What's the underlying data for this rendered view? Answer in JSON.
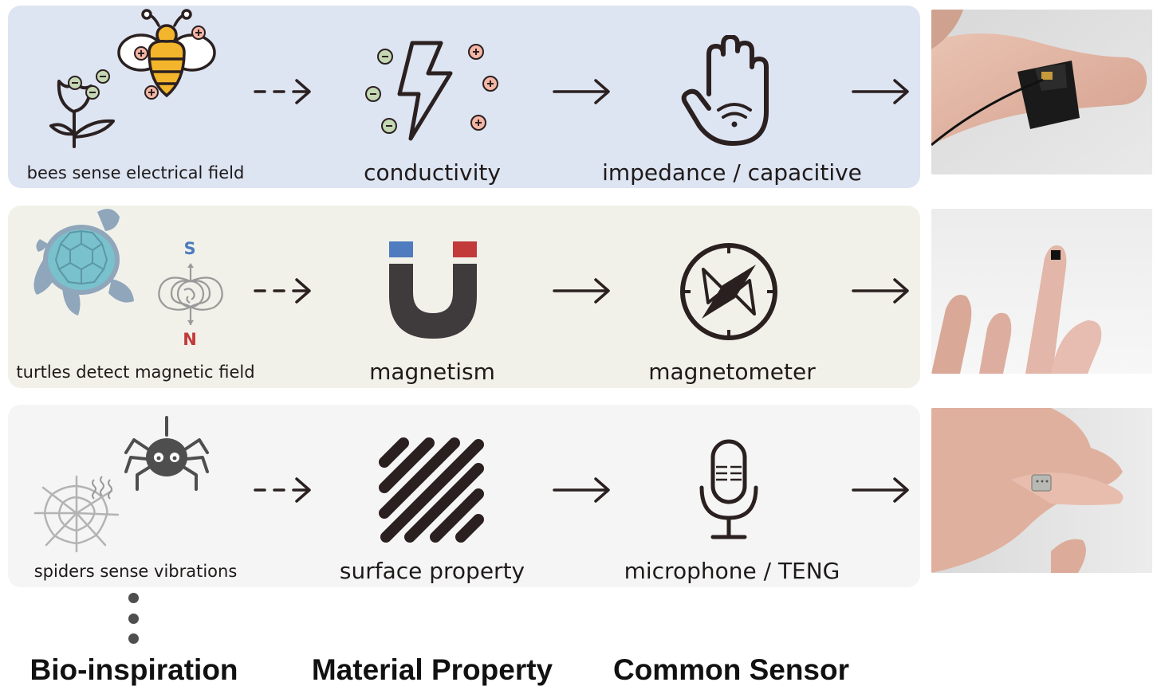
{
  "rows": [
    {
      "bio_caption": "bees sense electrical field",
      "property": "conductivity",
      "sensor": "impedance / capacitive"
    },
    {
      "bio_caption": "turtles detect magnetic field",
      "property": "magnetism",
      "sensor": "magnetometer",
      "pole_south": "S",
      "pole_north": "N"
    },
    {
      "bio_caption": "spiders sense vibrations",
      "property": "surface property",
      "sensor": "microphone / TENG"
    }
  ],
  "headings": {
    "bio": "Bio-inspiration",
    "material": "Material Property",
    "sensor": "Common Sensor"
  },
  "charge_signs": {
    "plus": "+",
    "minus": "−"
  },
  "icons": [
    "bee-icon",
    "flower-icon",
    "lightning-icon",
    "hand-wave-icon",
    "turtle-icon",
    "earth-field-icon",
    "magnet-icon",
    "compass-icon",
    "spider-icon",
    "spider-web-icon",
    "diagonal-lines-icon",
    "microphone-icon",
    "dashed-arrow-icon",
    "arrow-icon"
  ],
  "colors": {
    "row_bees": "#dde4f2",
    "row_turtles": "#f1f1ea",
    "row_spiders": "#f5f5f5",
    "stroke": "#2b2020",
    "plus_fill": "#f4b6a5",
    "minus_fill": "#c4d8b4",
    "bee_yellow": "#f3b52b",
    "turtle_teal": "#79c1cc",
    "turtle_grey": "#8fa6bb",
    "magnet_blue": "#4f7cbf",
    "magnet_red": "#c23a3a",
    "spider_grey": "#4e4e4e"
  }
}
